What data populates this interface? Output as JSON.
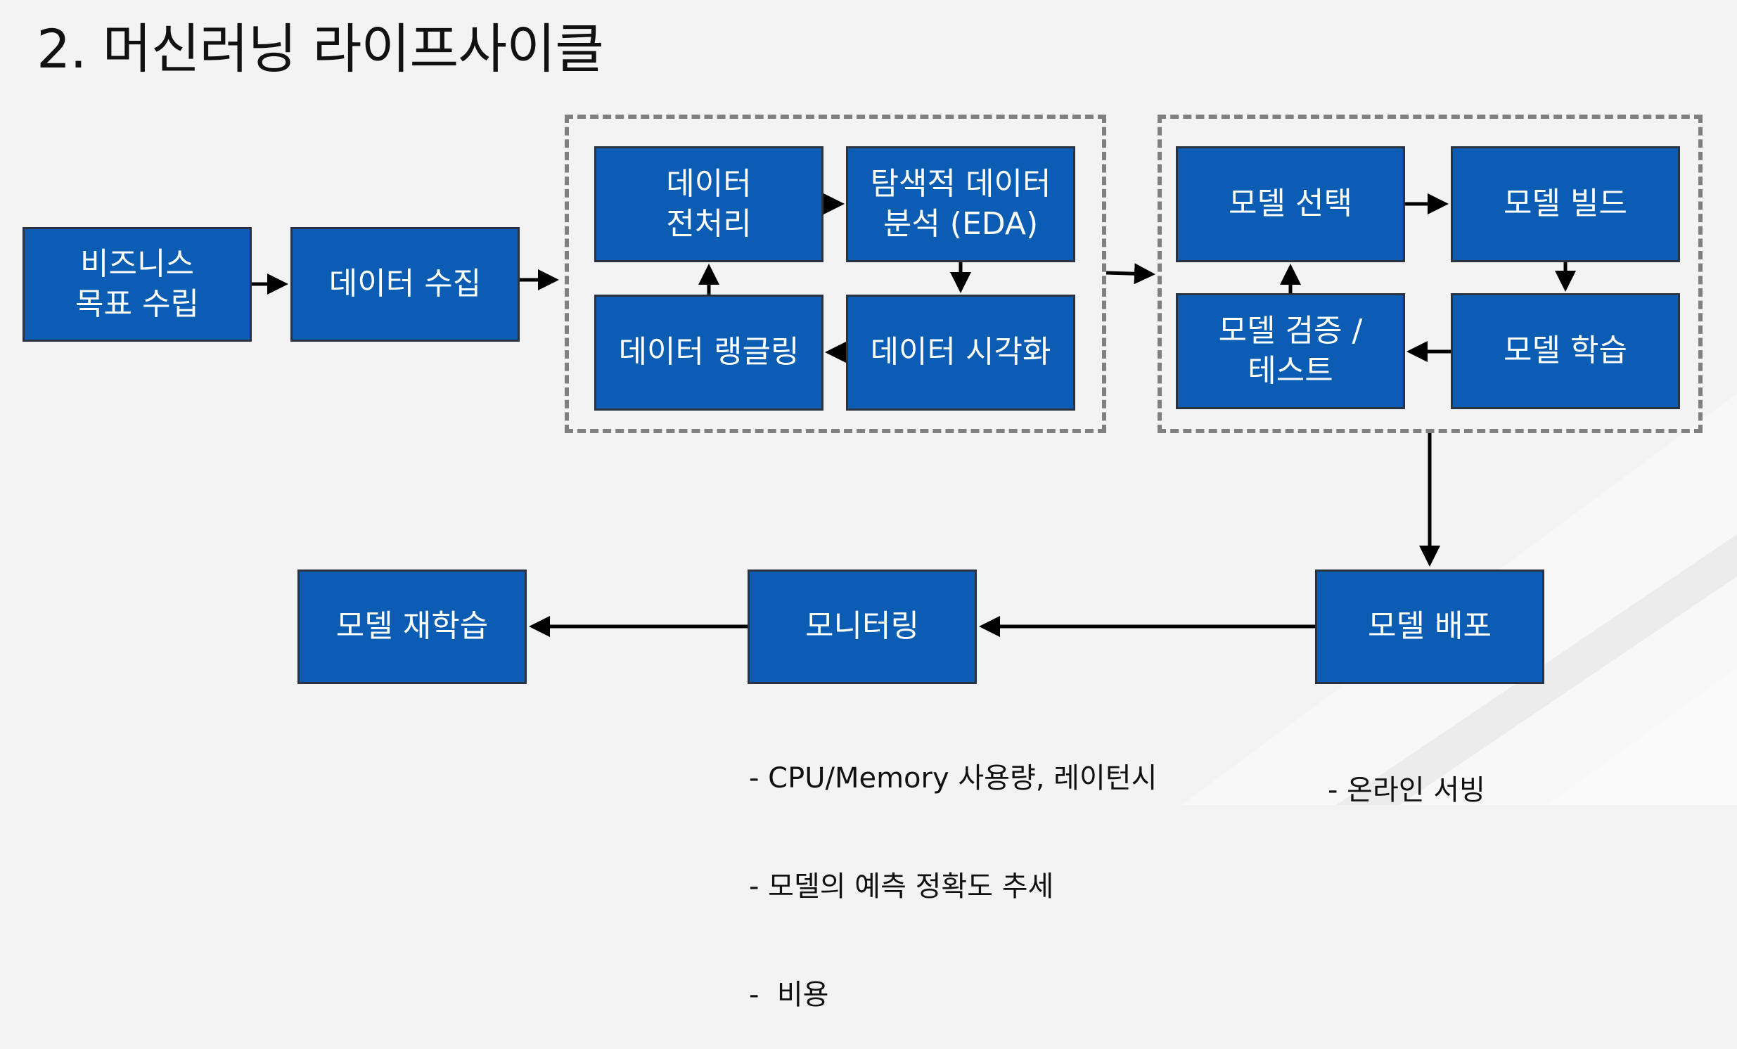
{
  "title": "2. 머신러닝 라이프사이클",
  "nodes": {
    "business_goal": "비즈니스\n목표 수립",
    "data_collection": "데이터 수집",
    "data_preprocessing": "데이터\n전처리",
    "eda": "탐색적 데이터\n분석 (EDA)",
    "data_wrangling": "데이터 랭글링",
    "data_visualization": "데이터 시각화",
    "model_selection": "모델 선택",
    "model_build": "모델 빌드",
    "model_validation": "모델 검증 /\n테스트",
    "model_training": "모델 학습",
    "model_deploy": "모델 배포",
    "monitoring": "모니터링",
    "model_retraining": "모델 재학습"
  },
  "notes": {
    "monitoring": [
      "- CPU/Memory 사용량, 레이턴시",
      "- 모델의 예측 정확도 추세",
      "-  비용"
    ],
    "deploy": [
      "- 온라인 서빙"
    ]
  }
}
